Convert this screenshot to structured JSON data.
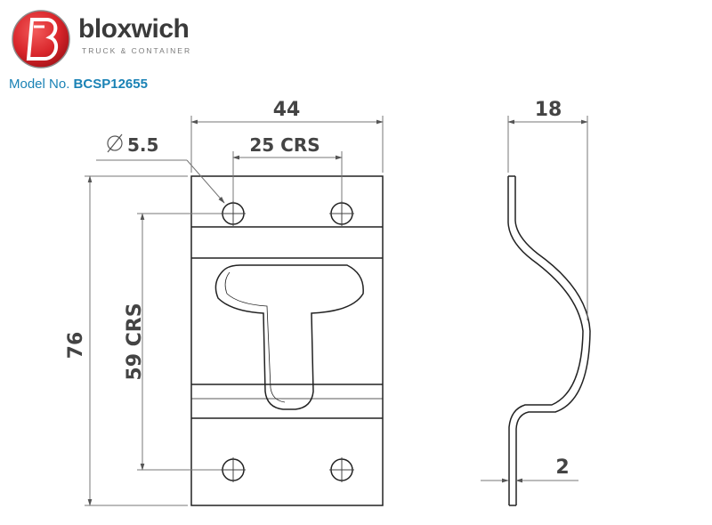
{
  "brand": {
    "name": "bloxwich",
    "tagline": "TRUCK & CONTAINER",
    "accent_color": "#d9262b",
    "icon": "bloxwich-logo-icon"
  },
  "model": {
    "label": "Model No.",
    "number": "BCSP12655"
  },
  "dimensions": {
    "width": "44",
    "hole_spacing": "25 CRS",
    "hole_diameter": "5.5",
    "height": "76",
    "vertical_spacing": "59 CRS",
    "depth": "18",
    "thickness": "2"
  },
  "colors": {
    "line": "#222222",
    "dim_line": "#777777",
    "text": "#444444",
    "model": "#1a82b5"
  }
}
